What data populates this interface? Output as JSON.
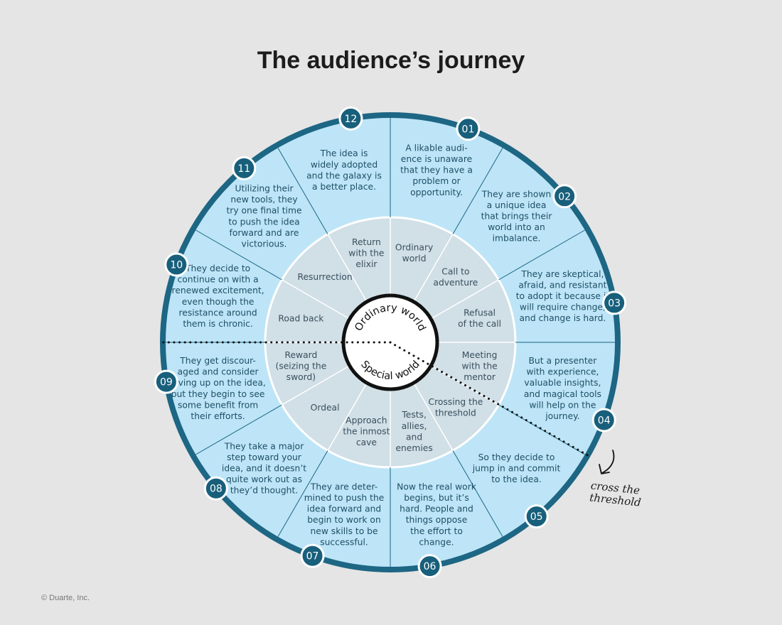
{
  "title": "The audience’s journey",
  "copyright": "© Duarte, Inc.",
  "center": {
    "top_label": "Ordinary world",
    "bottom_label": "Special world"
  },
  "annotation": [
    "cross the",
    "threshold"
  ],
  "colors": {
    "background": "#e5e5e5",
    "outer_ring": "#bde5f7",
    "outer_border": "#1d6684",
    "inner_ring": "#d1dfe6",
    "badge": "#185f7b",
    "outer_text": "#1f4e66",
    "inner_text": "#38505e"
  },
  "steps": [
    {
      "number": "01",
      "stage": [
        "Ordinary",
        "world"
      ],
      "description": [
        "A likable audi-",
        "ence is unaware",
        "that they have a",
        "problem or",
        "opportunity."
      ]
    },
    {
      "number": "02",
      "stage": [
        "Call to",
        "adventure"
      ],
      "description": [
        "They are shown",
        "a unique idea",
        "that brings their",
        "world into an",
        "imbalance."
      ]
    },
    {
      "number": "03",
      "stage": [
        "Refusal",
        "of the call"
      ],
      "description": [
        "They are skeptical,",
        "afraid, and resistant",
        "to adopt it because it",
        "will require change,",
        "and change is hard."
      ]
    },
    {
      "number": "04",
      "stage": [
        "Meeting",
        "with the",
        "mentor"
      ],
      "description": [
        "But a presenter",
        "with experience,",
        "valuable insights,",
        "and magical tools",
        "will help on the",
        "journey."
      ]
    },
    {
      "number": "05",
      "stage": [
        "Crossing the",
        "threshold"
      ],
      "description": [
        "So they decide to",
        "jump in and commit",
        "to the idea."
      ]
    },
    {
      "number": "06",
      "stage": [
        "Tests,",
        "allies,",
        "and",
        "enemies"
      ],
      "description": [
        "Now the real work",
        "begins, but it’s",
        "hard. People and",
        "things oppose",
        "the effort to",
        "change."
      ]
    },
    {
      "number": "07",
      "stage": [
        "Approach",
        "the inmost",
        "cave"
      ],
      "description": [
        "They are deter-",
        "mined to push the",
        "idea forward and",
        "begin to work on",
        "new skills to be",
        "successful."
      ]
    },
    {
      "number": "08",
      "stage": [
        "Ordeal"
      ],
      "description": [
        "They take a major",
        "step toward your",
        "idea, and it doesn’t",
        "quite work out as",
        "they’d thought."
      ]
    },
    {
      "number": "09",
      "stage": [
        "Reward",
        "(seizing the",
        "sword)"
      ],
      "description": [
        "They get discour-",
        "aged and consider",
        "giving up on the idea,",
        "but they begin to see",
        "some benefit from",
        "their efforts."
      ]
    },
    {
      "number": "10",
      "stage": [
        "Road back"
      ],
      "description": [
        "They decide to",
        "continue on with a",
        "renewed excitement,",
        "even though the",
        "resistance around",
        "them is chronic."
      ]
    },
    {
      "number": "11",
      "stage": [
        "Resurrection"
      ],
      "description": [
        "Utilizing their",
        "new tools, they",
        "try one final time",
        "to push the idea",
        "forward and are",
        "victorious."
      ]
    },
    {
      "number": "12",
      "stage": [
        "Return",
        "with the",
        "elixir"
      ],
      "description": [
        "The idea is",
        "widely adopted",
        "and the galaxy is",
        "a better place."
      ]
    }
  ]
}
